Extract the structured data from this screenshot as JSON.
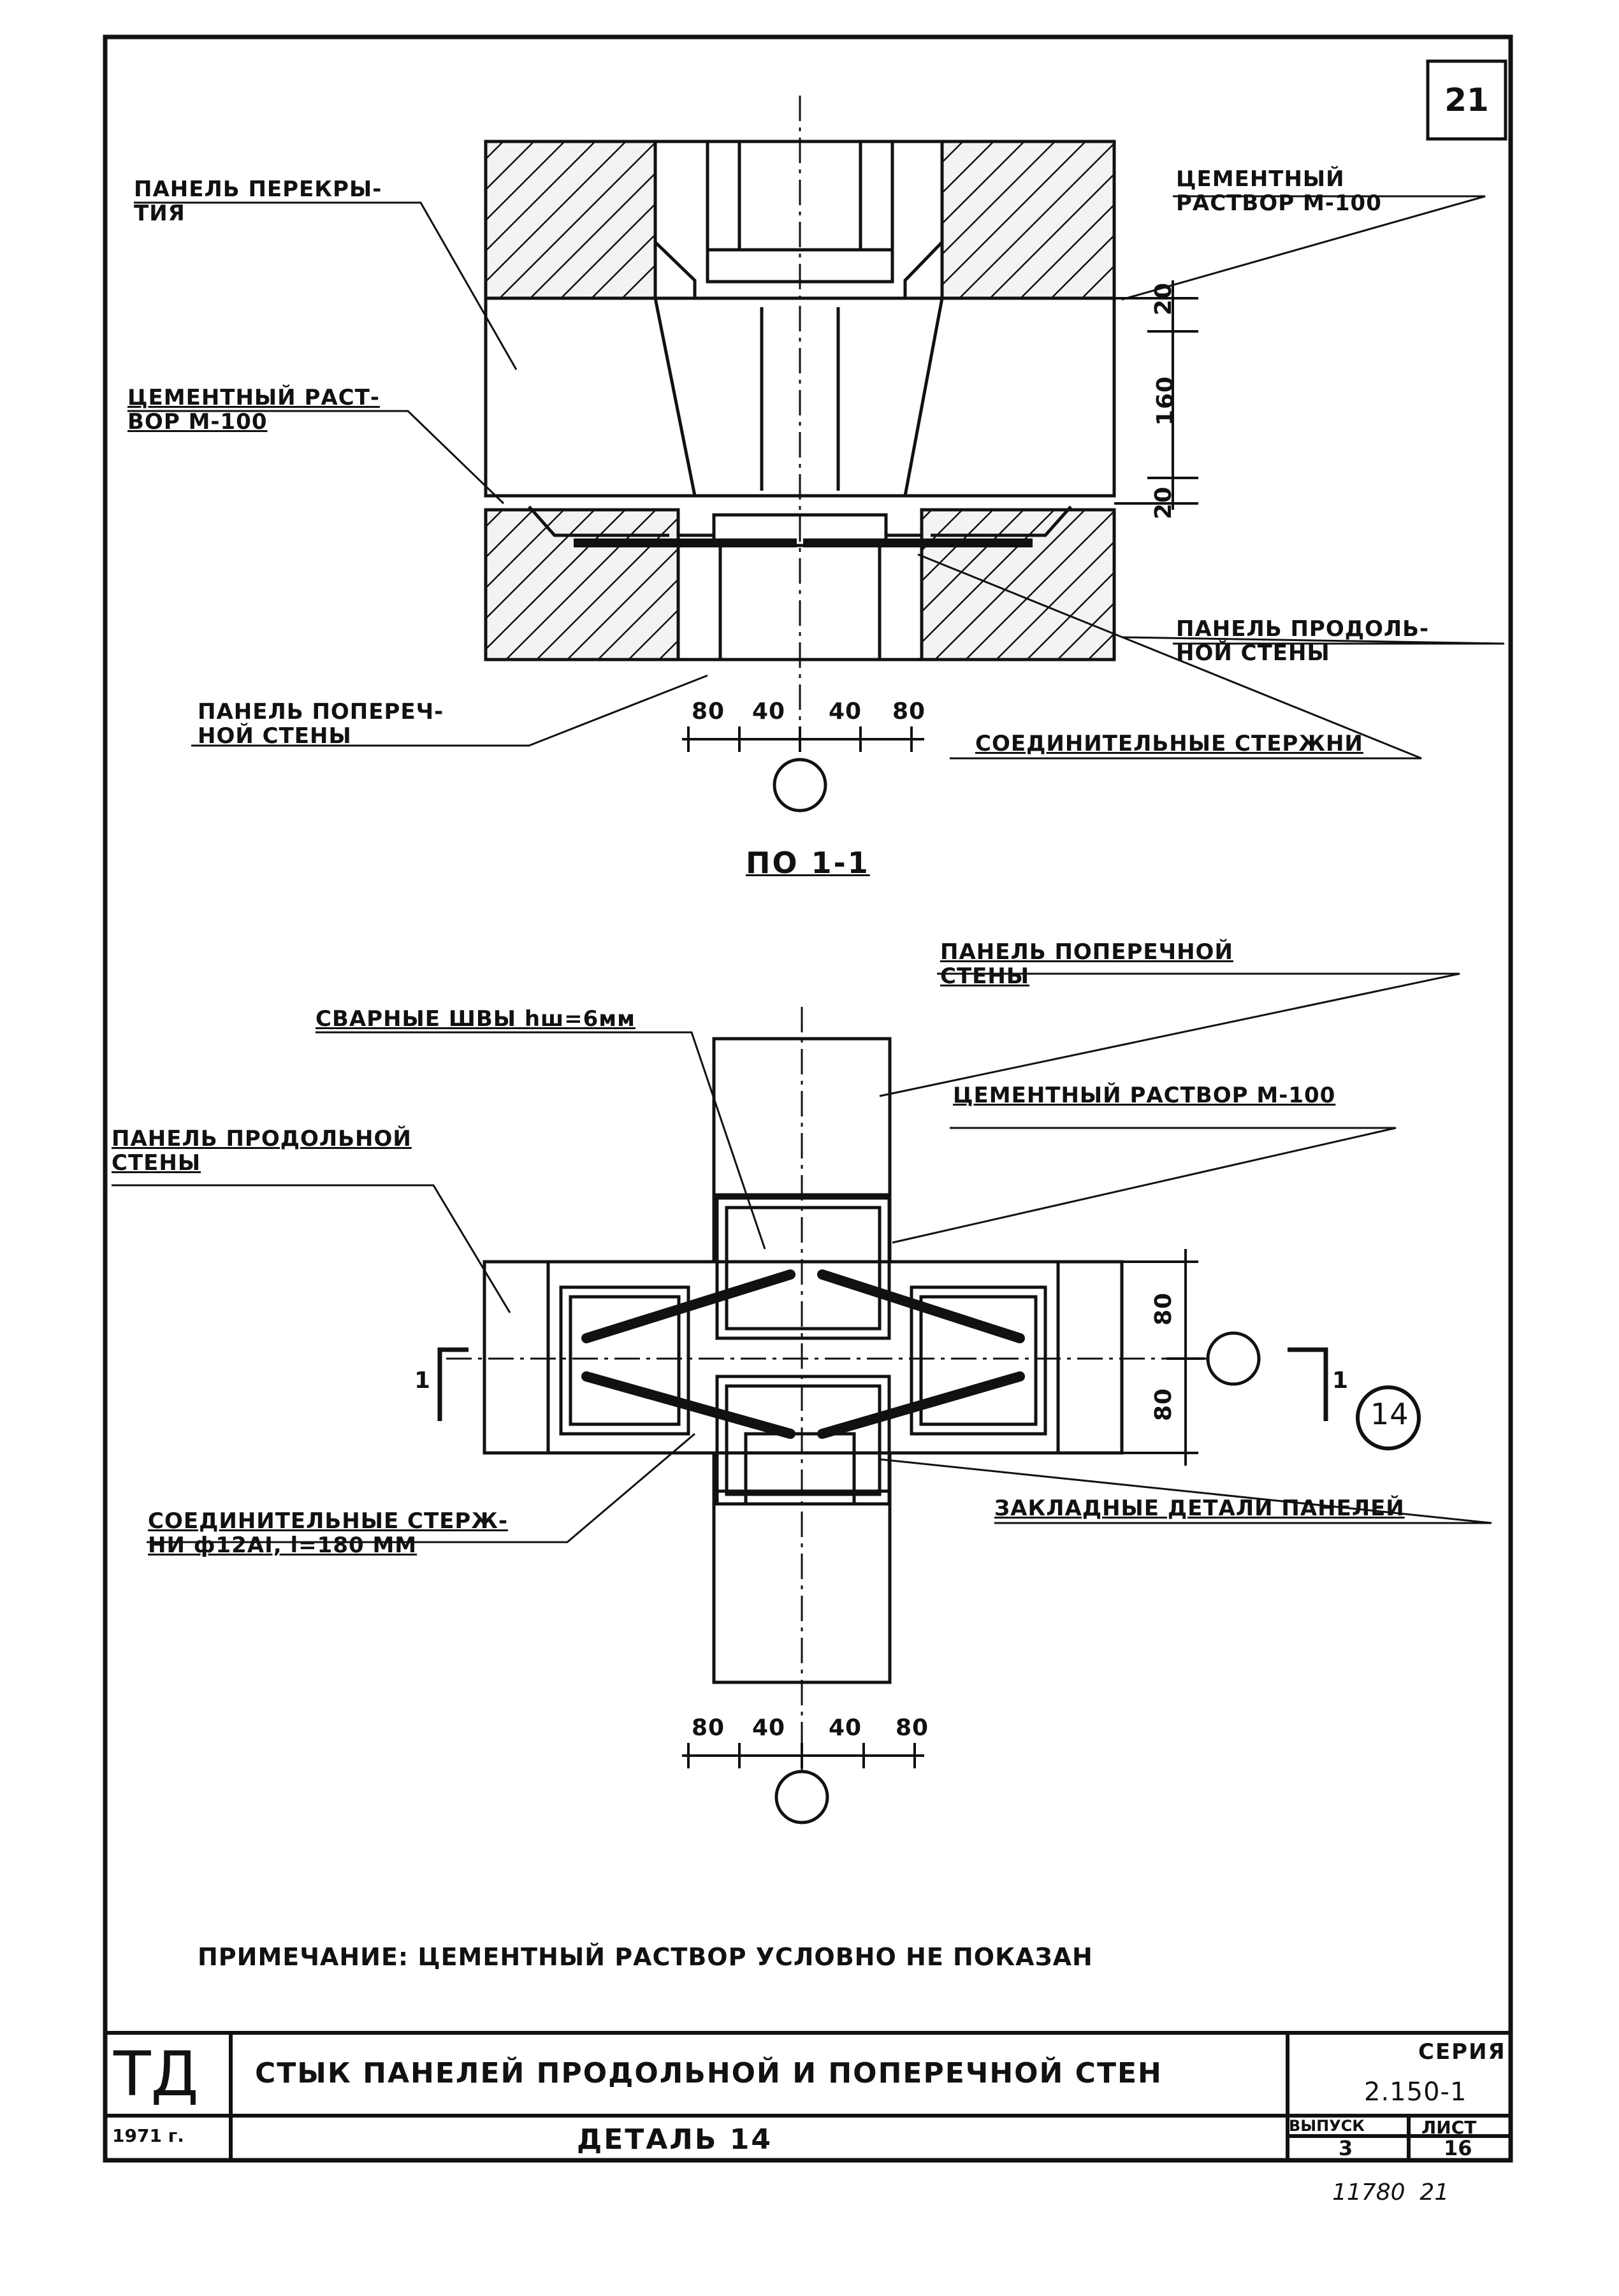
{
  "sheet_number": "21",
  "detail_marker": "14",
  "section": {
    "labels": {
      "floor_panel": "ПАНЕЛЬ ПЕРЕКРЫ-\nТИЯ",
      "cement_mortar_top": "ЦЕМЕНТНЫЙ\nРАСТВОР М-100",
      "cement_mortar_left": "ЦЕМЕНТНЫЙ РАСТ-\nВОР М-100",
      "longitudinal_wall_panel": "ПАНЕЛЬ ПРОДОЛЬ-\nНОЙ СТЕНЫ",
      "transverse_wall_panel": "ПАНЕЛЬ ПОПЕРЕЧ-\nНОЙ СТЕНЫ",
      "connecting_rods": "СОЕДИНИТЕЛЬНЫЕ СТЕРЖНИ"
    },
    "dims_vertical": [
      "20",
      "160",
      "20"
    ],
    "dims_bottom": [
      "80",
      "40",
      "40",
      "80"
    ],
    "title": "ПО 1-1"
  },
  "plan": {
    "labels": {
      "transverse_wall_panel": "ПАНЕЛЬ ПОПЕРЕЧНОЙ\nСТЕНЫ",
      "weld_seams": "СВАРНЫЕ ШВЫ hш=6мм",
      "cement_mortar": "ЦЕМЕНТНЫЙ РАСТВОР М-100",
      "longitudinal_wall_panel": "ПАНЕЛЬ ПРОДОЛЬНОЙ\nСТЕНЫ",
      "connecting_rods": "СОЕДИНИТЕЛЬНЫЕ СТЕРЖ-\nНИ ф12АI, l=180 ММ",
      "embedded_parts": "ЗАКЛАДНЫЕ ДЕТАЛИ ПАНЕЛЕЙ"
    },
    "dims_vertical": [
      "80",
      "80"
    ],
    "dims_bottom": [
      "80",
      "40",
      "40",
      "80"
    ],
    "section_mark": "1"
  },
  "note": "ПРИМЕЧАНИЕ: ЦЕМЕНТНЫЙ РАСТВОР УСЛОВНО НЕ ПОКАЗАН",
  "title_block": {
    "logo": "ТД",
    "year": "1971 г.",
    "title": "СТЫК ПАНЕЛЕЙ ПРОДОЛЬНОЙ И ПОПЕРЕЧНОЙ СТЕН",
    "subtitle": "ДЕТАЛЬ 14",
    "series_label": "СЕРИЯ",
    "series_value": "2.150-1",
    "issue_label": "ВЫПУСК",
    "issue_value": "3",
    "sheet_label": "ЛИСТ",
    "sheet_value": "16"
  },
  "footer_handwriting": "11780  21"
}
